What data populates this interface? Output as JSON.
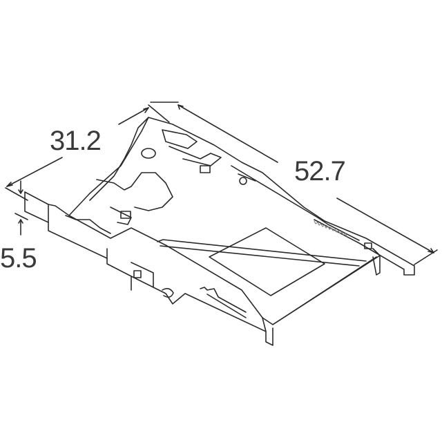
{
  "figure": {
    "type": "isometric technical drawing",
    "subject": "card connector with push-push eject mechanism",
    "line_color": "#2a2a2a",
    "background": "#ffffff"
  },
  "dimensions": {
    "width": {
      "label": "31.2"
    },
    "length": {
      "label": "52.7"
    },
    "height": {
      "label": "5.5"
    }
  }
}
